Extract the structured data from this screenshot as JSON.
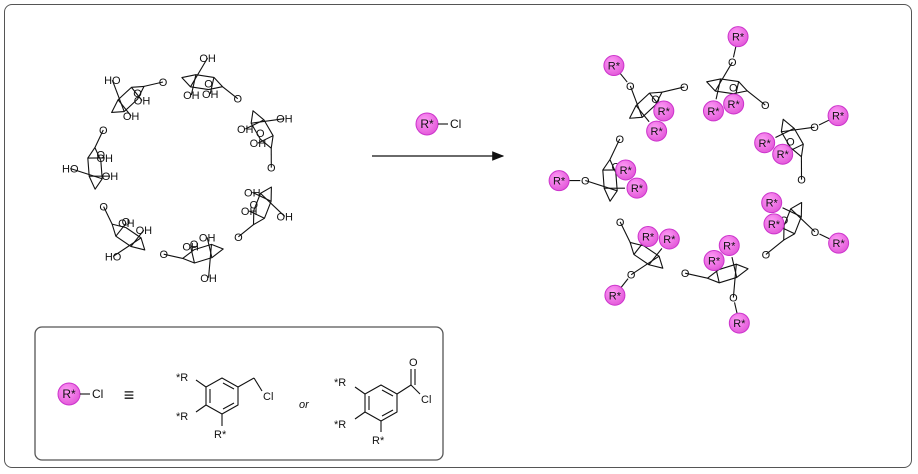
{
  "reagent": {
    "r_label": "R*",
    "leaving_group": "Cl"
  },
  "reactant": {
    "hydroxyl_label": "OH",
    "hydroxyl_label_left": "HO",
    "ring_oxygen": "O"
  },
  "product": {
    "r_label": "R*",
    "oxygen": "O"
  },
  "legend": {
    "r_label": "R*",
    "leaving_group": "Cl",
    "equivalence_symbol": "≡",
    "benzyl": {
      "sub_top": "*R",
      "sub_mid": "*R",
      "sub_bottom": "R*",
      "cl": "Cl"
    },
    "or_text": "or",
    "benzoyl": {
      "sub_top": "*R",
      "sub_mid": "*R",
      "sub_bottom": "R*",
      "oxygen": "O",
      "cl": "Cl"
    }
  },
  "colors": {
    "r_group_fill": "#ee6ee8",
    "r_group_stroke": "#cc33cc",
    "line": "#111111",
    "frame": "#555555"
  }
}
